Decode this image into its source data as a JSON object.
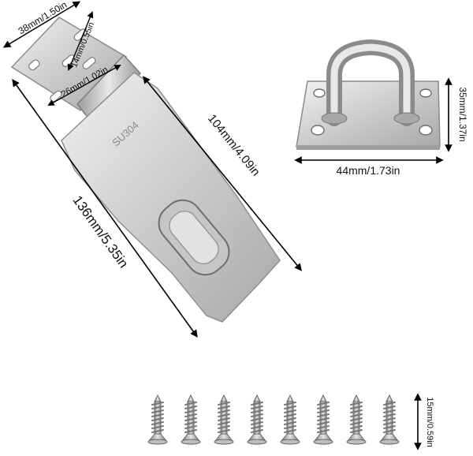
{
  "product": {
    "hasp": {
      "stamp": "SU304",
      "dim_width": "38mm/1.50in",
      "dim_slot": "14mm/0.55in",
      "dim_hinge": "26mm/1.02in",
      "dim_length_total": "136mm/5.35in",
      "dim_length_plate": "104mm/4.09in"
    },
    "staple": {
      "dim_width": "44mm/1.73in",
      "dim_height": "35mm/1.37in"
    },
    "screws": {
      "count": 8,
      "dim_length": "15mm/0.59in"
    }
  },
  "colors": {
    "steel_light": "#e4e4e4",
    "steel_mid": "#b9b9b9",
    "steel_dark": "#8a8a8a",
    "line": "#000000"
  }
}
